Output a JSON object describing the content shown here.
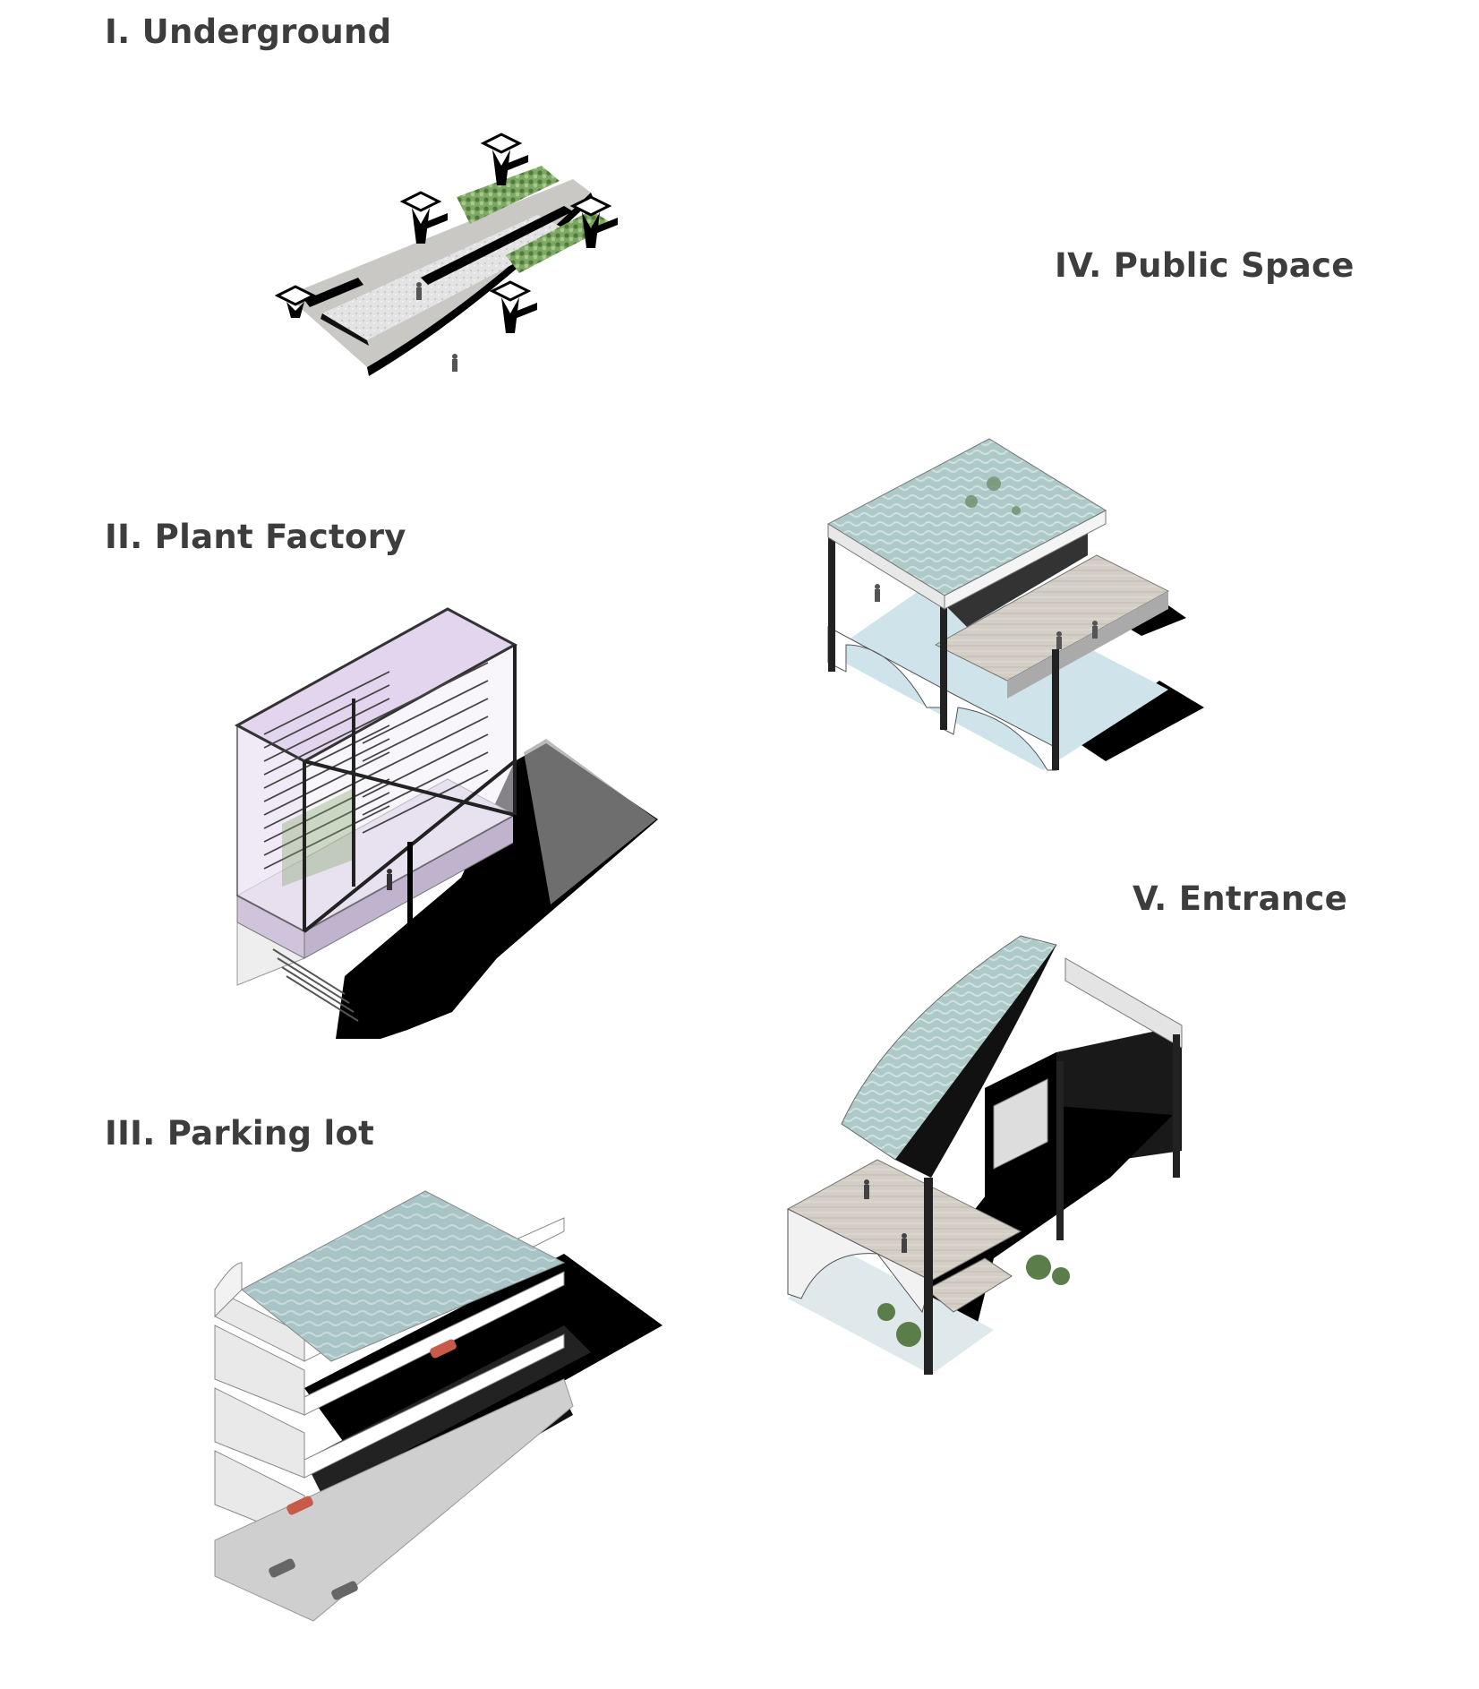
{
  "sections": [
    {
      "id": "underground",
      "label": "I. Underground"
    },
    {
      "id": "plant-factory",
      "label": "II. Plant Factory"
    },
    {
      "id": "parking-lot",
      "label": "III. Parking lot"
    },
    {
      "id": "public-space",
      "label": "IV. Public Space"
    },
    {
      "id": "entrance",
      "label": "V. Entrance"
    }
  ],
  "colors": {
    "text": "#3d3d3d",
    "shadow": "#000000",
    "concrete": "#e6e6e6",
    "water": "#b9d4d6",
    "glass_purple": "#e4d8ee",
    "deck_wood": "#cfcbc4",
    "greenery": "#5b8a45"
  }
}
